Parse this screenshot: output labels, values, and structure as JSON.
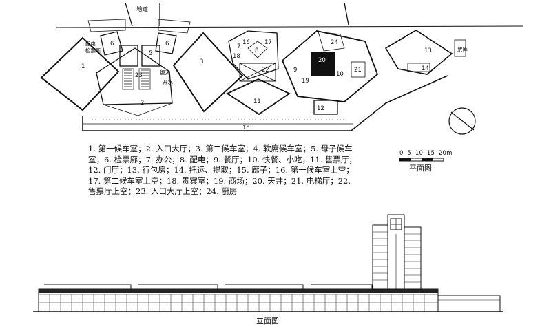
{
  "plan": {
    "road_label": "地道",
    "room_numbers": [
      "1",
      "2",
      "3",
      "4",
      "5",
      "6",
      "6",
      "7",
      "8",
      "9",
      "10",
      "11",
      "12",
      "13",
      "14",
      "15",
      "16",
      "17",
      "18",
      "19",
      "20",
      "21",
      "22",
      "23",
      "24"
    ],
    "labels": {
      "distribution_room": "配电",
      "checkroom": "检票所",
      "washroom": "盥洗",
      "drinking_water": "开水",
      "ticket_storage": "票库"
    }
  },
  "legend_text": "1. 第一候车室；2. 入口大厅；3. 第二候车室；4. 软席候车室；5. 母子候车室；6. 检票廊；7. 办公；8. 配电；9. 餐厅；10. 快餐、小吃；11. 售票厅；12. 门厅；13. 行包房；14. 托运、提取；15. 廊子；16. 第一候车室上空；17. 第二候车室上空；18. 贵宾室；19. 商场；20. 天井；21. 电梯厅；22. 售票厅上空；23. 入口大厅上空；24. 厨房",
  "scale_bar": {
    "ticks": [
      "0",
      "5",
      "10",
      "15",
      "20m"
    ]
  },
  "plan_caption": "平面图",
  "elevation_caption": "立面图"
}
